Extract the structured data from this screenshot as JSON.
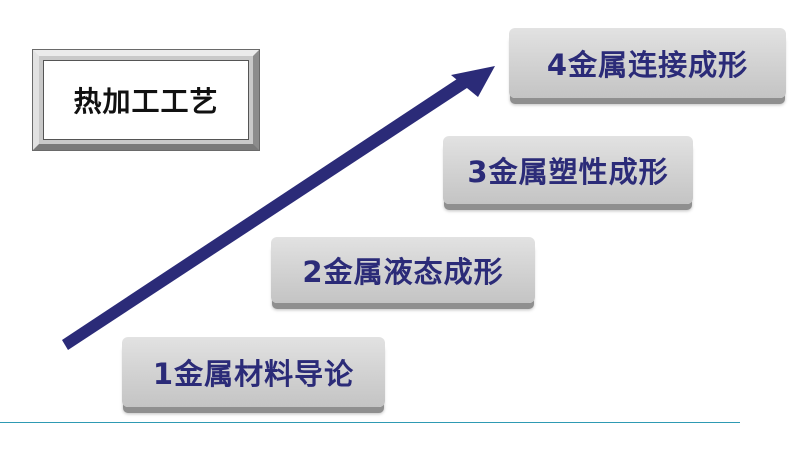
{
  "title": "热加工工艺",
  "steps": [
    {
      "label": "1金属材料导论"
    },
    {
      "label": "2金属液态成形"
    },
    {
      "label": "3金属塑性成形"
    },
    {
      "label": "4金属连接成形"
    }
  ],
  "colors": {
    "arrow": "#2b2b78",
    "step_text": "#2b2b78",
    "step_fill": "#d4d4d4",
    "divider": "#2e9ab3"
  }
}
